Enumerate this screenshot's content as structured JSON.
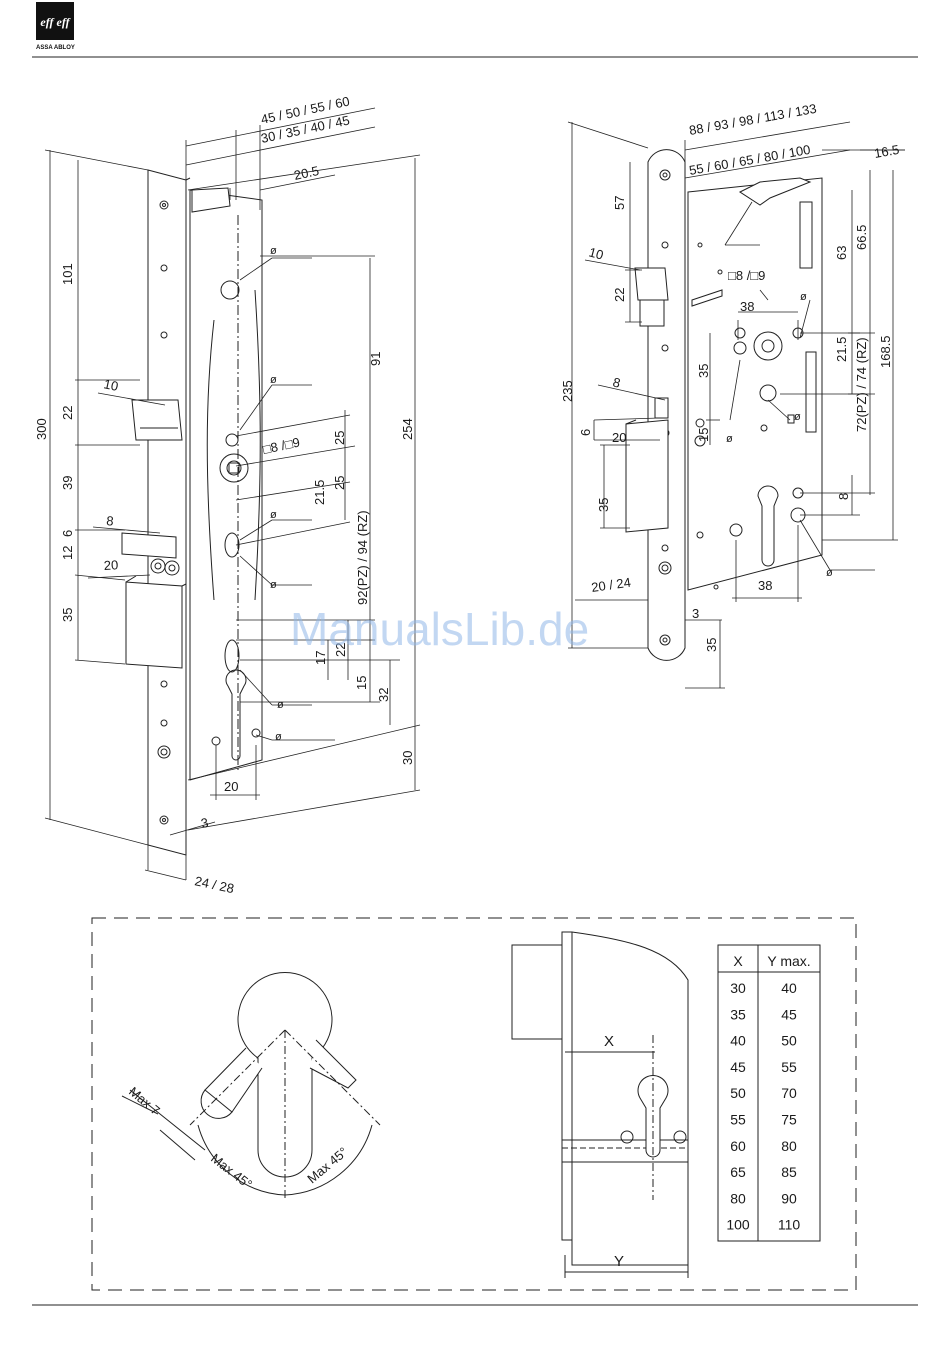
{
  "logo": {
    "mark": "eff eff",
    "brand": "ASSA ABLOY"
  },
  "watermark": "ManualsLib.de",
  "front_view": {
    "dims": {
      "width_top": "45 / 50 / 55 / 60",
      "width_top2": "30 / 35 / 40 / 45",
      "w205": "20.5",
      "h300": "300",
      "h101": "101",
      "d10": "10",
      "d22": "22",
      "d39": "39",
      "d6": "6",
      "d8": "8",
      "d12": "12",
      "d20": "20",
      "d35": "35",
      "h91": "91",
      "h254": "254",
      "d25a": "25",
      "d25b": "25",
      "d215": "21.5",
      "sq": "□8 /□9",
      "pz": "92(PZ) / 94 (RZ)",
      "d17": "17",
      "d22b": "22",
      "d15": "15",
      "d32": "32",
      "d30": "30",
      "d20b": "20",
      "d3": "3",
      "d2428": "24 / 28",
      "phi": "ø"
    }
  },
  "side_view": {
    "dims": {
      "width_top": "88 / 93 / 98 / 113 / 133",
      "width_top2": "55 / 60 / 65 / 80 / 100",
      "d165": "16.5",
      "d57": "57",
      "d10": "10",
      "d22": "22",
      "d235": "235",
      "d8": "8",
      "d6": "6",
      "d20": "20",
      "d35": "35",
      "d35b": "35",
      "d15": "15",
      "sq": "□8 /□9",
      "d38": "38",
      "d63": "63",
      "d665": "66.5",
      "d215": "21.5",
      "pz": "72(PZ) / 74 (RZ)",
      "d1685": "168.5",
      "d8b": "8",
      "d38b": "38",
      "d2024": "20 / 24",
      "d3": "3",
      "d35c": "35",
      "phi": "ø"
    }
  },
  "detail_left": {
    "max7": "Max 7",
    "max45a": "Max 45°",
    "max45b": "Max 45°"
  },
  "detail_right": {
    "x": "X",
    "y": "Y"
  },
  "table": {
    "headers": [
      "X",
      "Y max."
    ],
    "rows": [
      [
        "30",
        "40"
      ],
      [
        "35",
        "45"
      ],
      [
        "40",
        "50"
      ],
      [
        "45",
        "55"
      ],
      [
        "50",
        "70"
      ],
      [
        "55",
        "75"
      ],
      [
        "60",
        "80"
      ],
      [
        "65",
        "85"
      ],
      [
        "80",
        "90"
      ],
      [
        "100",
        "110"
      ]
    ]
  }
}
